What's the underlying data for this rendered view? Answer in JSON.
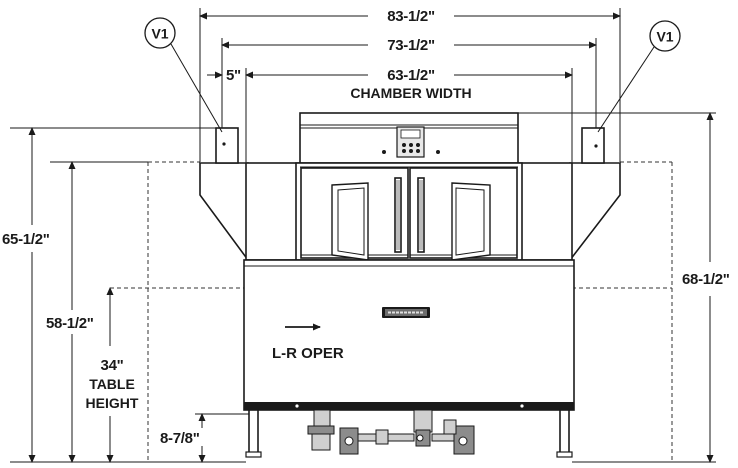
{
  "dimensions": {
    "overall_width": "83-1/2\"",
    "mid_width": "73-1/2\"",
    "chamber_width": "63-1/2\"",
    "offset": "5\"",
    "overall_height_left": "65-1/2\"",
    "conveyor_height": "58-1/2\"",
    "table_height": "34\"",
    "leg_clearance": "8-7/8\"",
    "overall_height_right": "68-1/2\""
  },
  "labels": {
    "chamber_width": "CHAMBER WIDTH",
    "table_height_line1": "TABLE",
    "table_height_line2": "HEIGHT",
    "operation": "L-R OPER",
    "vent_left": "V1",
    "vent_right": "V1"
  }
}
